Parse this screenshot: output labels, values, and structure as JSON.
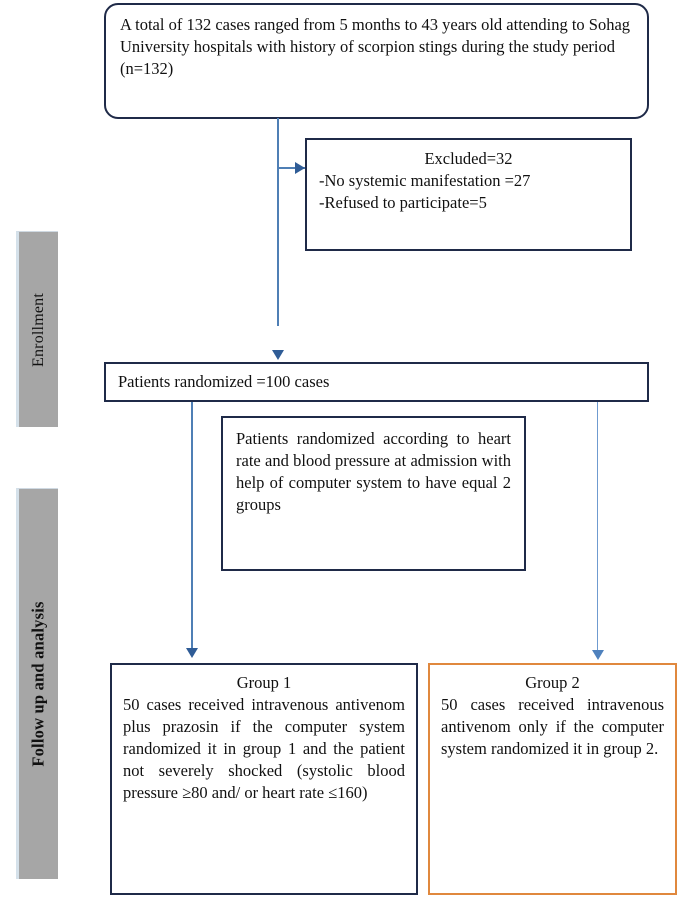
{
  "diagram": {
    "title": "CONSORT-style patient enrollment and randomization flow chart",
    "colors": {
      "box_border": "#1f2a48",
      "group2_border": "#e0883e",
      "phase_bar_fill": "#a6a6a6",
      "connector": "#4f7fb5",
      "arrowhead": "#2f5c96",
      "background": "#ffffff"
    }
  },
  "phases": [
    {
      "id": "enrollment",
      "label": "Enrollment"
    },
    {
      "id": "follow-up",
      "label": "Follow up and analysis"
    }
  ],
  "boxes": {
    "enrollment_total": {
      "text": "A total of 132 cases ranged from 5 months to 43 years old attending to Sohag University hospitals with history of scorpion stings during the study period (n=132)",
      "n": 132,
      "age_range": "5 months to 43 years old",
      "site": "Sohag University hospitals"
    },
    "excluded": {
      "heading": "Excluded=32",
      "total": 32,
      "reasons": [
        "-No systemic manifestation =27",
        "-Refused to participate=5"
      ]
    },
    "randomized": {
      "text": "Patients randomized =100 cases",
      "n": 100
    },
    "randomization_method": {
      "text": " Patients randomized according to heart rate and blood pressure at admission with help of computer system to have equal 2 groups"
    },
    "group1": {
      "heading": "Group 1",
      "text": "50 cases received intravenous antivenom plus prazosin if the computer system randomized it in group 1 and the patient not severely shocked (systolic blood pressure ≥80 and/ or heart rate ≤160)",
      "n": 50
    },
    "group2": {
      "heading": "Group 2",
      "text": "50 cases received intravenous antivenom only if the computer system randomized it in group 2.",
      "n": 50
    }
  },
  "connectors": [
    {
      "id": "total-to-excluded",
      "from": "enrollment_total",
      "to": "excluded",
      "direction": "right"
    },
    {
      "id": "total-to-randomized",
      "from": "enrollment_total",
      "to": "randomized",
      "direction": "down"
    },
    {
      "id": "randomized-to-group1",
      "from": "randomized",
      "to": "group1",
      "direction": "down"
    },
    {
      "id": "randomized-to-group2",
      "from": "randomized",
      "to": "group2",
      "direction": "down"
    }
  ]
}
